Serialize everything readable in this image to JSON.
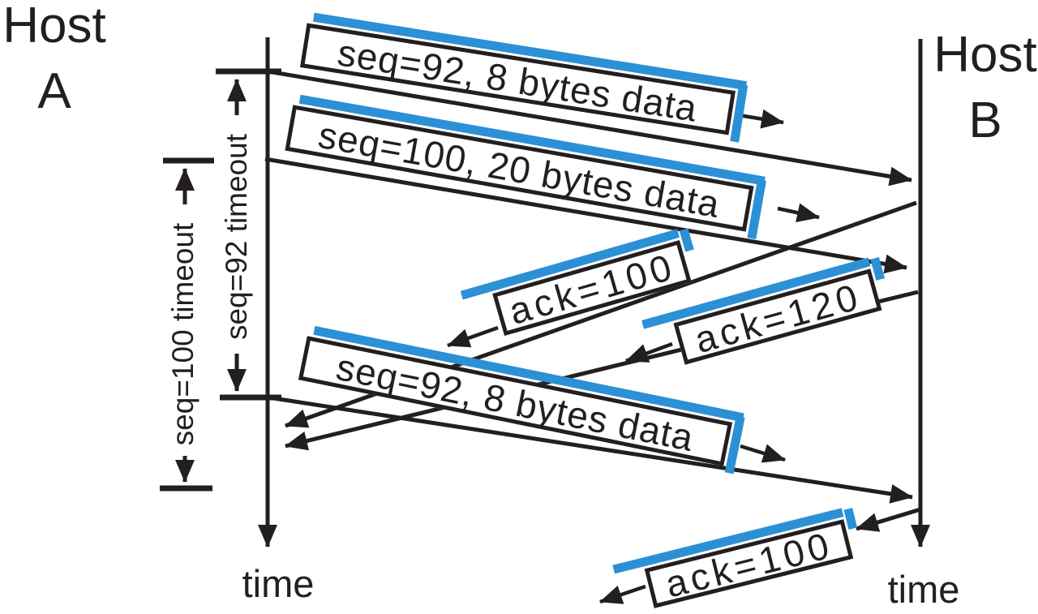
{
  "hosts": {
    "a": {
      "name": "Host",
      "letter": "A",
      "time_label": "time"
    },
    "b": {
      "name": "Host",
      "letter": "B",
      "time_label": "time"
    }
  },
  "timeouts": [
    {
      "label": "seq=92 timeout"
    },
    {
      "label": "seq=100 timeout"
    }
  ],
  "messages": [
    {
      "label": "seq=92, 8 bytes data",
      "from": "A",
      "to": "B"
    },
    {
      "label": "seq=100, 20 bytes data",
      "from": "A",
      "to": "B"
    },
    {
      "label": "ack=100",
      "from": "B",
      "to": "A"
    },
    {
      "label": "ack=120",
      "from": "B",
      "to": "A"
    },
    {
      "label": "seq=92, 8 bytes data",
      "from": "A",
      "to": "B"
    },
    {
      "label": "ack=100",
      "from": "B",
      "to": "A"
    }
  ],
  "colors": {
    "ink": "#231f20",
    "accent_blue": "#2b90d5",
    "background": "#ffffff"
  }
}
